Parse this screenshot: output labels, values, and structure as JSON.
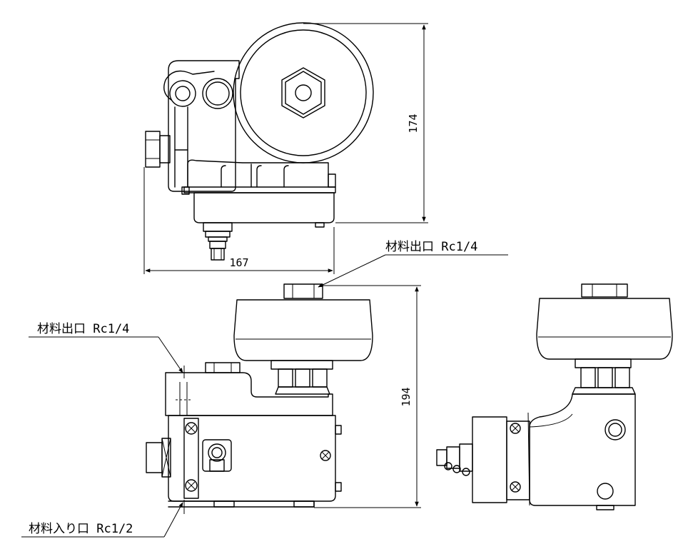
{
  "drawing": {
    "dimensions": {
      "width_top": "167",
      "height_top": "174",
      "height_front": "194"
    },
    "callouts": {
      "outlet_top": "材料出口 Rc1/4",
      "outlet_left": "材料出口 Rc1/4",
      "inlet": "材料入り口 Rc1/2"
    },
    "colors": {
      "line": "#000000",
      "background": "#ffffff"
    }
  }
}
